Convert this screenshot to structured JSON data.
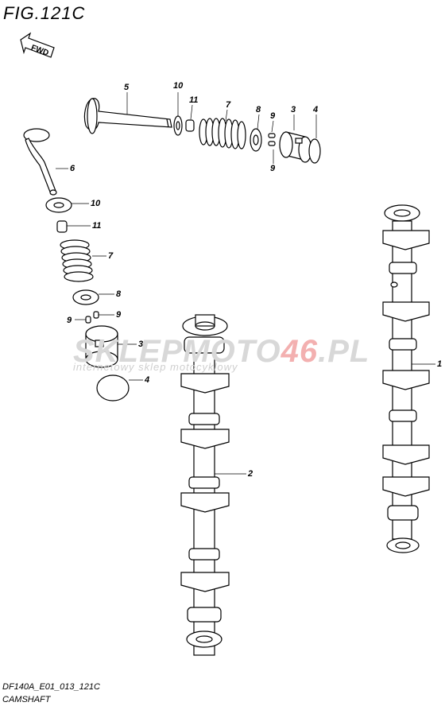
{
  "figure": {
    "title": "FIG.121C",
    "code": "DF140A_E01_013_121C",
    "name": "CAMSHAFT",
    "fwd_label": "FWD"
  },
  "watermark": {
    "brand_prefix": "SKLEP",
    "brand_mid": "MOTO",
    "brand_num": "46",
    "brand_suffix": ".PL",
    "tagline": "internetowy sklep motocyklowy"
  },
  "callouts": [
    {
      "id": "c5",
      "label": "5"
    },
    {
      "id": "c10a",
      "label": "10"
    },
    {
      "id": "c11a",
      "label": "11"
    },
    {
      "id": "c7a",
      "label": "7"
    },
    {
      "id": "c8a",
      "label": "8"
    },
    {
      "id": "c9a",
      "label": "9"
    },
    {
      "id": "c3a",
      "label": "3"
    },
    {
      "id": "c4a",
      "label": "4"
    },
    {
      "id": "c9b",
      "label": "9"
    },
    {
      "id": "c6",
      "label": "6"
    },
    {
      "id": "c10b",
      "label": "10"
    },
    {
      "id": "c11b",
      "label": "11"
    },
    {
      "id": "c7b",
      "label": "7"
    },
    {
      "id": "c8b",
      "label": "8"
    },
    {
      "id": "c9c",
      "label": "9"
    },
    {
      "id": "c9d",
      "label": "9"
    },
    {
      "id": "c3b",
      "label": "3"
    },
    {
      "id": "c4b",
      "label": "4"
    },
    {
      "id": "c2",
      "label": "2"
    },
    {
      "id": "c1",
      "label": "1"
    }
  ]
}
